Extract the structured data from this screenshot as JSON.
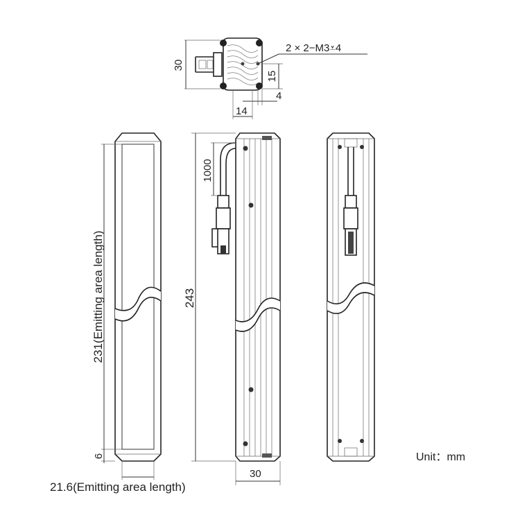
{
  "top_view": {
    "height_dim": "30",
    "screw_callout": "2 × 2−M3⩡4",
    "hole_offset_dim": "15",
    "edge_dim": "4",
    "width_dim": "14"
  },
  "front_view": {
    "emitting_length_dim": "231(Emitting area length)",
    "bottom_dim": "6",
    "emitting_width_dim": "21.6(Emitting area length)"
  },
  "side_view": {
    "cable_length_dim": "1000",
    "total_length_dim": "243",
    "width_dim": "30"
  },
  "unit_label": "Unit：mm"
}
